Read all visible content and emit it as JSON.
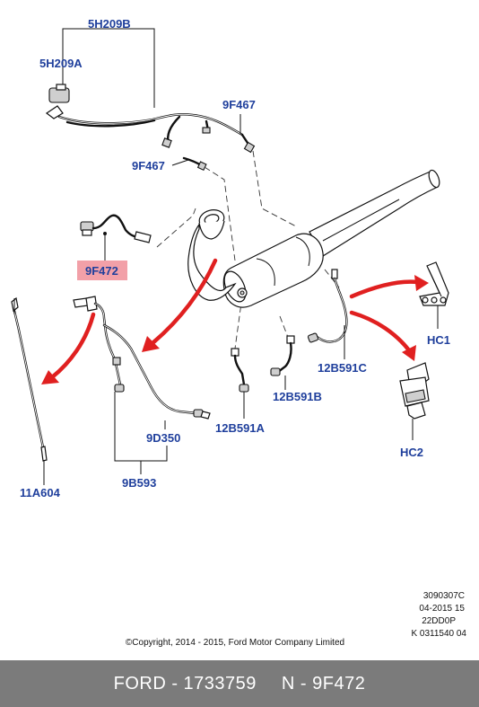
{
  "labels": {
    "l_5H209B": "5H209B",
    "l_5H209A": "5H209A",
    "l_9F467_a": "9F467",
    "l_9F467_b": "9F467",
    "l_9F472": "9F472",
    "l_HC1": "HC1",
    "l_HC2": "HC2",
    "l_12B591C": "12B591C",
    "l_12B591B": "12B591B",
    "l_12B591A": "12B591A",
    "l_9D350": "9D350",
    "l_9B593": "9B593",
    "l_11A604": "11A604"
  },
  "highlight_color": "#f2a0a8",
  "arrow_color": "#e02020",
  "label_color": "#1f3f9c",
  "meta": {
    "line1": "3090307C",
    "line2": "04-2015 15",
    "line3": "22DD0P",
    "line4": "K 0311540 04"
  },
  "copyright": "©Copyright, 2014 - 2015, Ford Motor Company Limited",
  "footer": {
    "part_number": "FORD - 1733759",
    "ref": "N - 9F472"
  }
}
